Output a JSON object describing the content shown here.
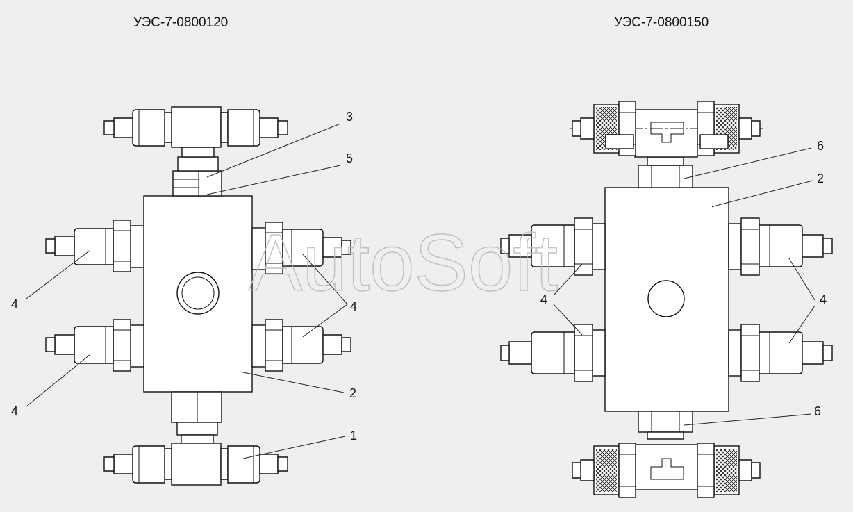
{
  "titles": {
    "left": "УЭС-7-0800120",
    "right": "УЭС-7-0800150"
  },
  "watermark": "AutoSoft",
  "callouts": {
    "left": {
      "c3": "3",
      "c5": "5",
      "c4_upper_left": "4",
      "c4_lower_left": "4",
      "c4_right": "4",
      "c2": "2",
      "c1": "1"
    },
    "right": {
      "c6_top": "6",
      "c2": "2",
      "c4_left": "4",
      "c4_right": "4",
      "c6_bottom": "6"
    }
  },
  "colors": {
    "background": "#efefef",
    "line": "#111111",
    "watermark": "#bdbdbd"
  }
}
